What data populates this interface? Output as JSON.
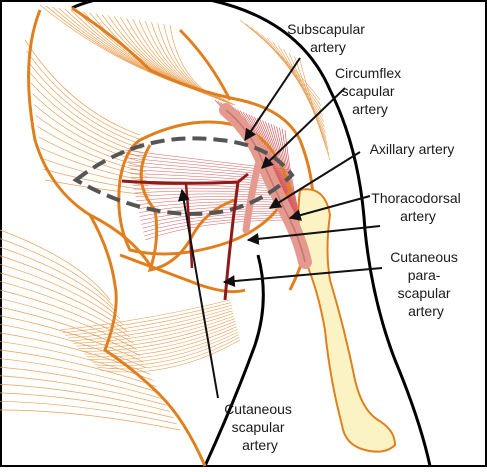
{
  "labels": {
    "subscapular": [
      "Subscapular",
      "artery"
    ],
    "circumflex": [
      "Circumflex",
      "scapular",
      "artery"
    ],
    "axillary": [
      "Axillary artery"
    ],
    "thoracodorsal": [
      "Thoracodorsal",
      "artery"
    ],
    "parascapular": [
      "Cutaneous",
      "para-",
      "scapular",
      "artery"
    ],
    "scapular": [
      "Cutaneous",
      "scapular",
      "artery"
    ]
  },
  "colors": {
    "outline": "#e07f1e",
    "muscle_fiber": "#e8a25a",
    "deltoid_fiber": "#d85a5a",
    "vessel": "#e49a8f",
    "artery_dark": "#8e1a1a",
    "bone": "#fbf3c4",
    "dashed": "#555555",
    "arrow": "#111111",
    "body_line": "#000000"
  }
}
